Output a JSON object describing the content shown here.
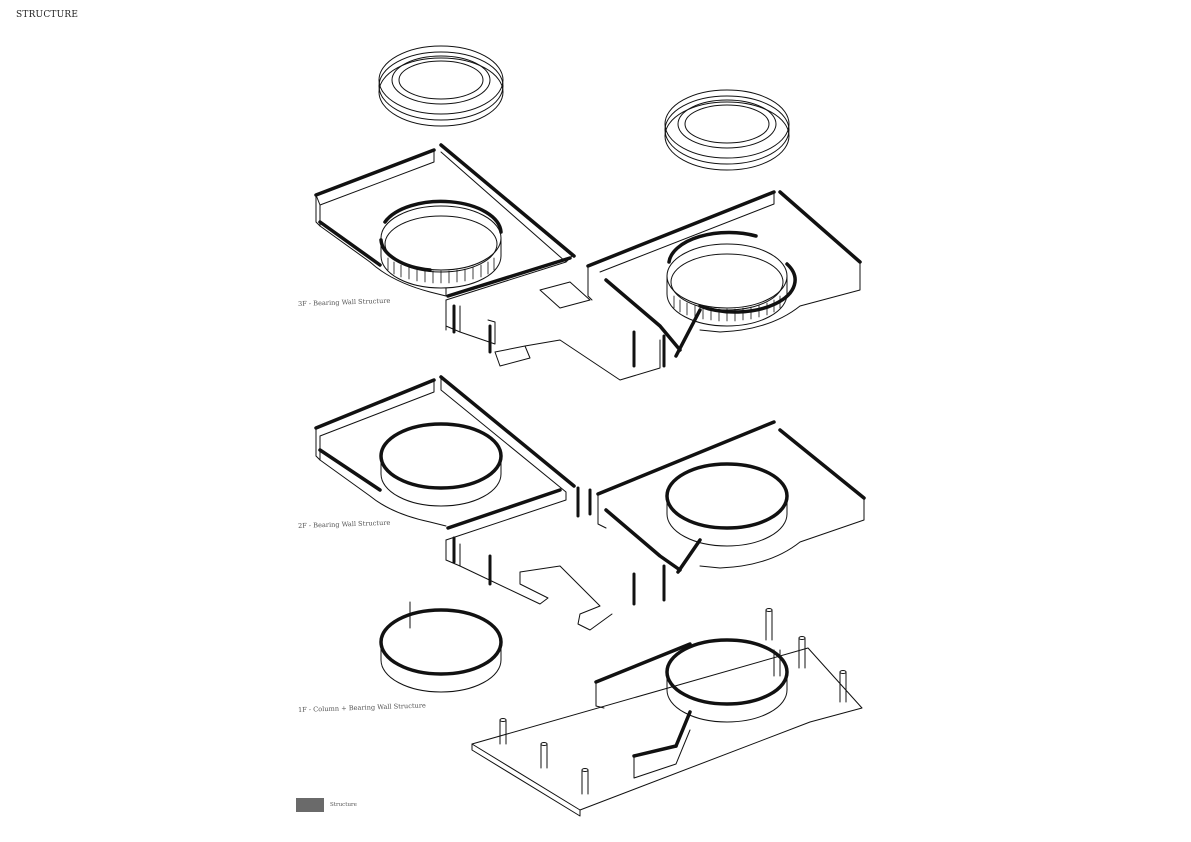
{
  "title": "STRUCTURE",
  "floors": [
    {
      "id": "3f",
      "label": "3F - Bearing Wall Structure"
    },
    {
      "id": "2f",
      "label": "2F - Bearing Wall Structure"
    },
    {
      "id": "1f",
      "label": "1F - Column + Bearing Wall Structure"
    }
  ],
  "legend": {
    "label": "Structure",
    "color": "#6a6a6a"
  }
}
